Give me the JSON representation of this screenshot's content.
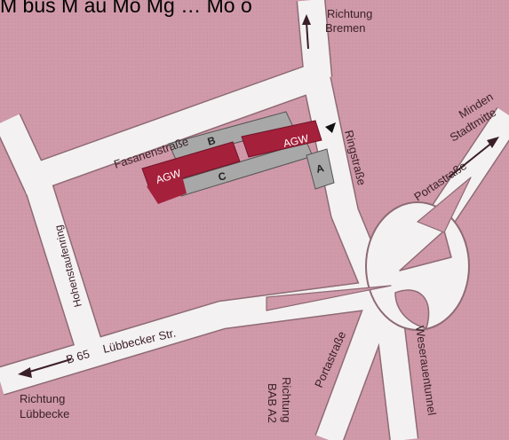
{
  "map": {
    "caption_fragment": "M bus M au Mö Mg … Mö ö",
    "destinations": {
      "bremen_line1": "Richtung",
      "bremen_line2": "Bremen",
      "minden_line1": "Minden",
      "minden_line2": "Stadtmitte",
      "luebbecke_line1": "Richtung",
      "luebbecke_line2": "Lübbecke",
      "bab_line1": "Richtung",
      "bab_line2": "BAB A2"
    },
    "streets": {
      "fasanenstrasse": "Fasanenstraße",
      "ringstrasse": "Ringstraße",
      "portastrasse_east": "Portastraße",
      "portastrasse_south": "Portastraße",
      "hohenstaufenring": "Hohenstaufenring",
      "luebbecker_str": "Lübbecker Str.",
      "weserauentunnel": "Weserauentunnel",
      "b65": "B 65"
    },
    "buildings": {
      "agw_left": "AGW",
      "agw_right": "AGW",
      "b": "B",
      "c": "C",
      "a": "A"
    },
    "colors": {
      "background": "#d09aaa",
      "road": "#f4f1f2",
      "road_edge": "#8e6a74",
      "agw": "#a5203b",
      "building": "#a8a8a8",
      "text": "#3a1f28"
    }
  }
}
